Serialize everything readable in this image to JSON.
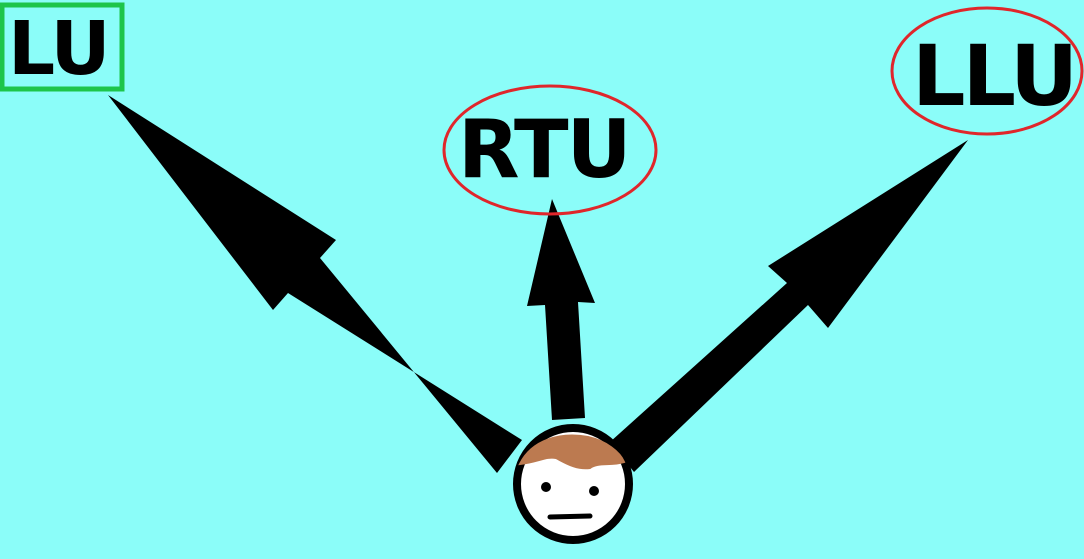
{
  "options": {
    "left": {
      "label": "LU",
      "marker": "box",
      "marker_color": "#1DC54A"
    },
    "middle": {
      "label": "RTU",
      "marker": "ellipse",
      "marker_color": "#E0262B"
    },
    "right": {
      "label": "LLU",
      "marker": "ellipse",
      "marker_color": "#E0262B"
    }
  },
  "colors": {
    "background": "#8BFDF9",
    "arrow": "#000000",
    "hair": "#BC7A50",
    "face": "#FFFFFF"
  },
  "icons": {
    "character": "face-icon",
    "arrows": "arrow-icon"
  }
}
